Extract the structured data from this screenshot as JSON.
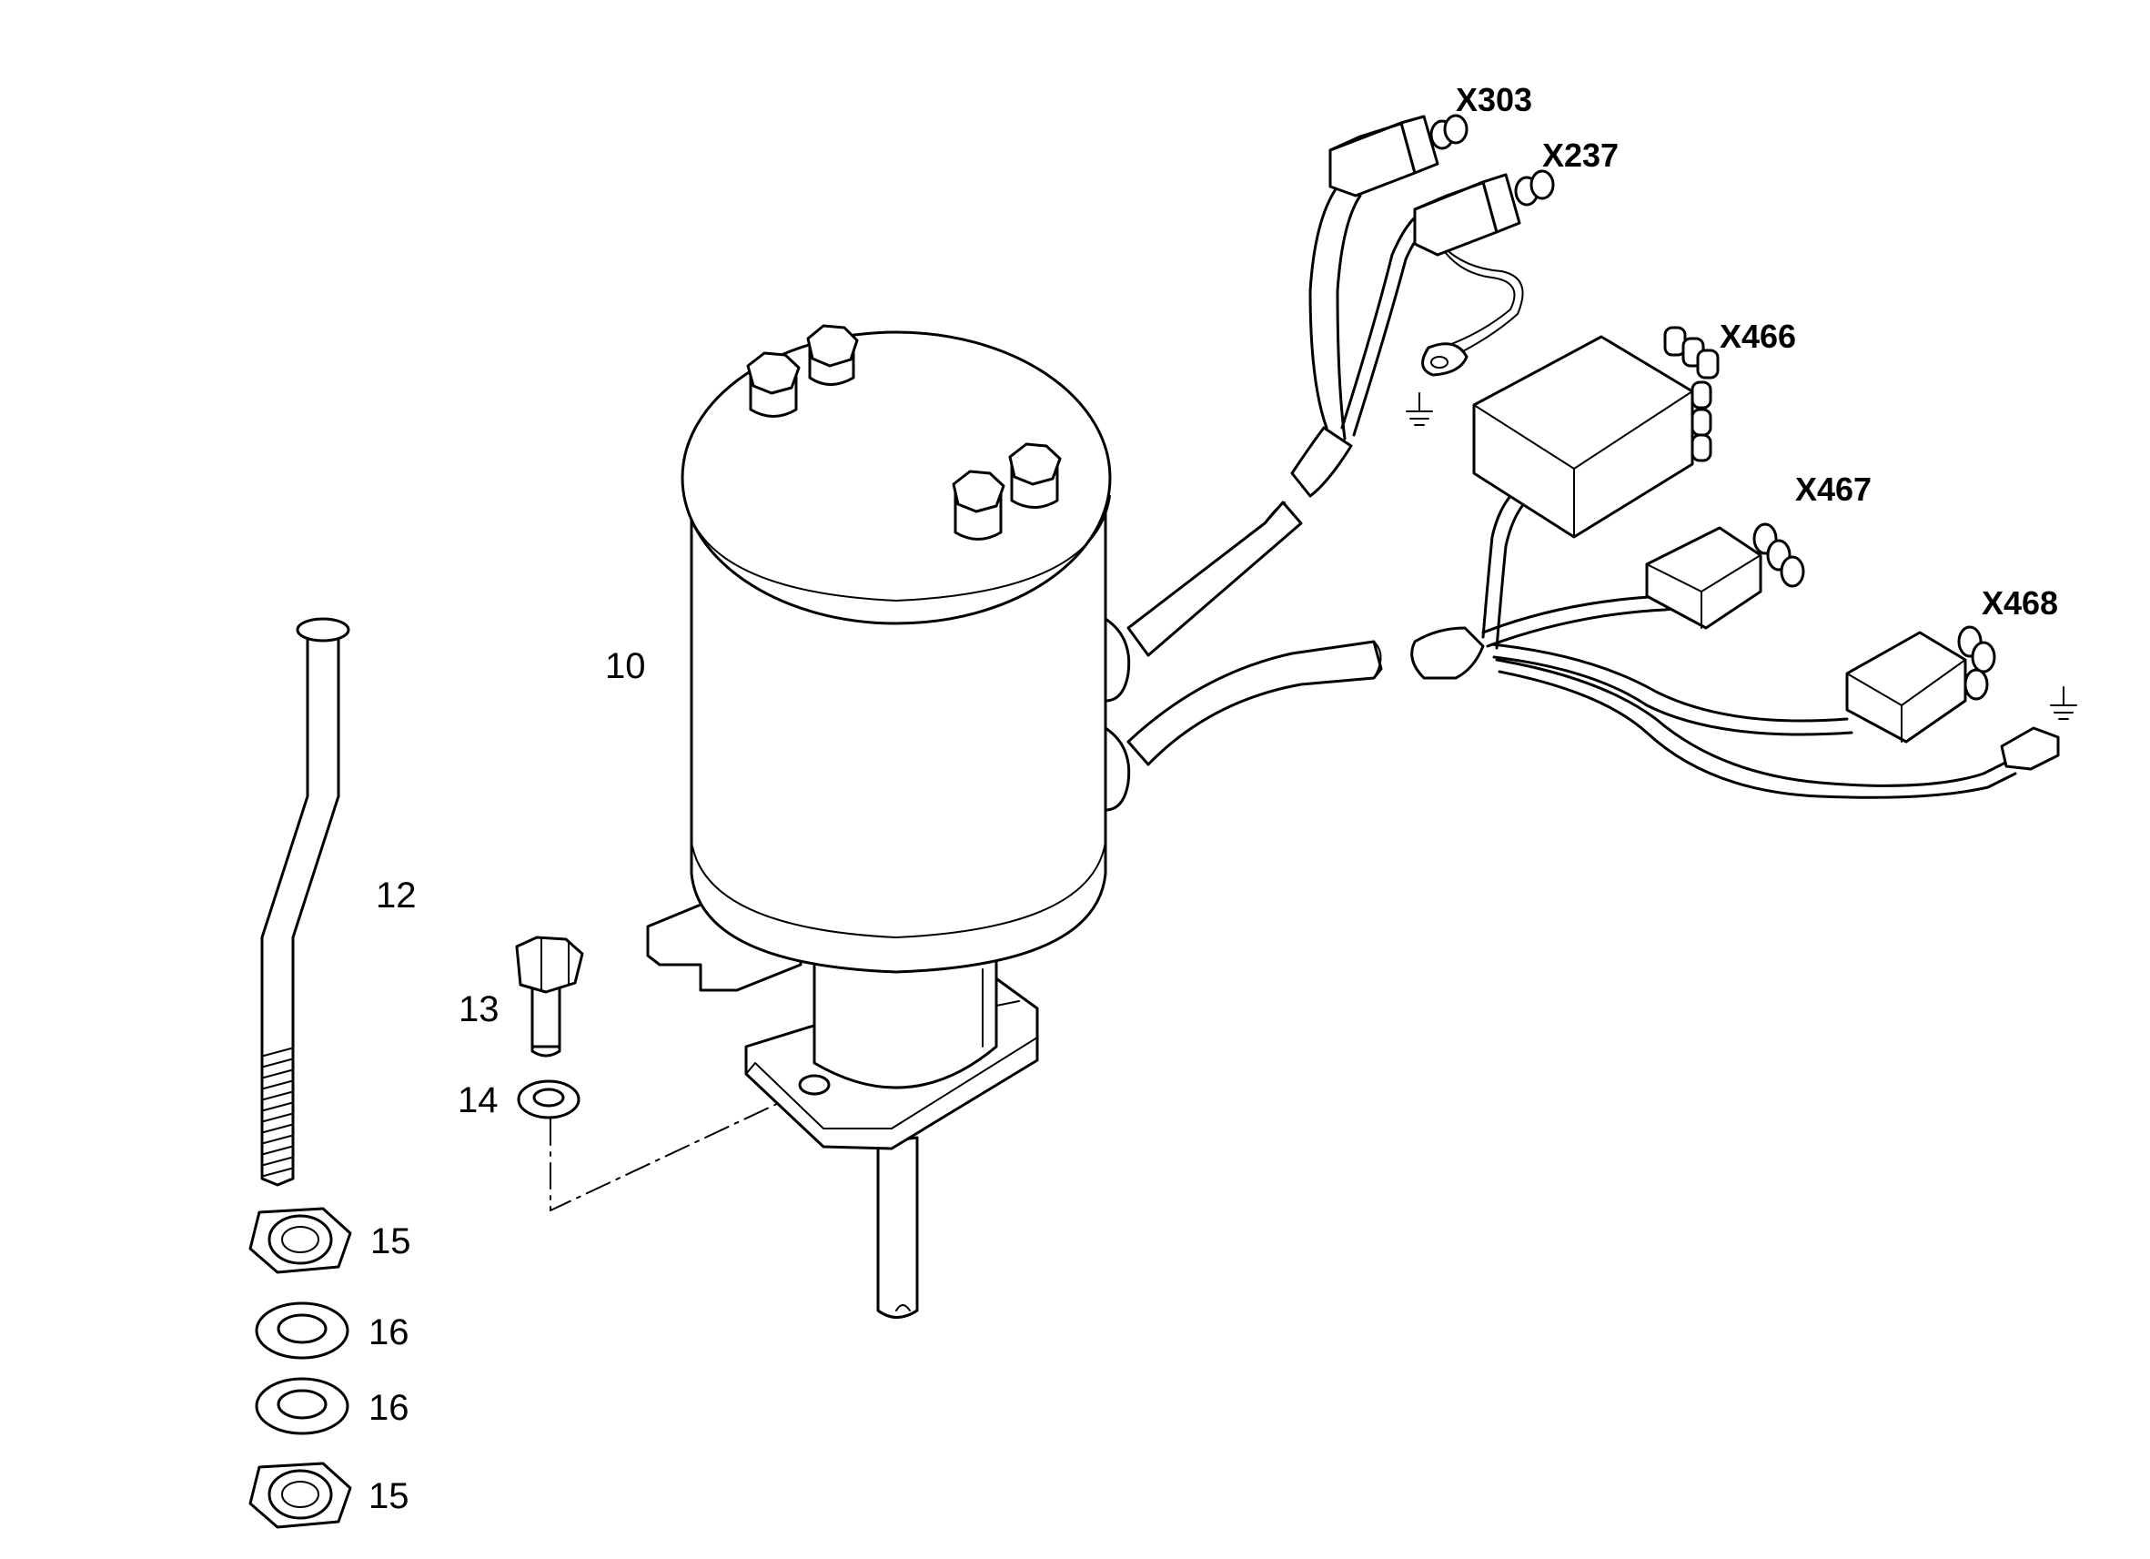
{
  "part_labels": {
    "p10": "10",
    "p12": "12",
    "p13": "13",
    "p14": "14",
    "p15a": "15",
    "p16a": "16",
    "p16b": "16",
    "p15b": "15"
  },
  "connector_labels": {
    "x303": "X303",
    "x237": "X237",
    "x466": "X466",
    "x467": "X467",
    "x468": "X468"
  },
  "symbols": {
    "ground_1": "ground-icon",
    "ground_2": "ground-icon"
  }
}
